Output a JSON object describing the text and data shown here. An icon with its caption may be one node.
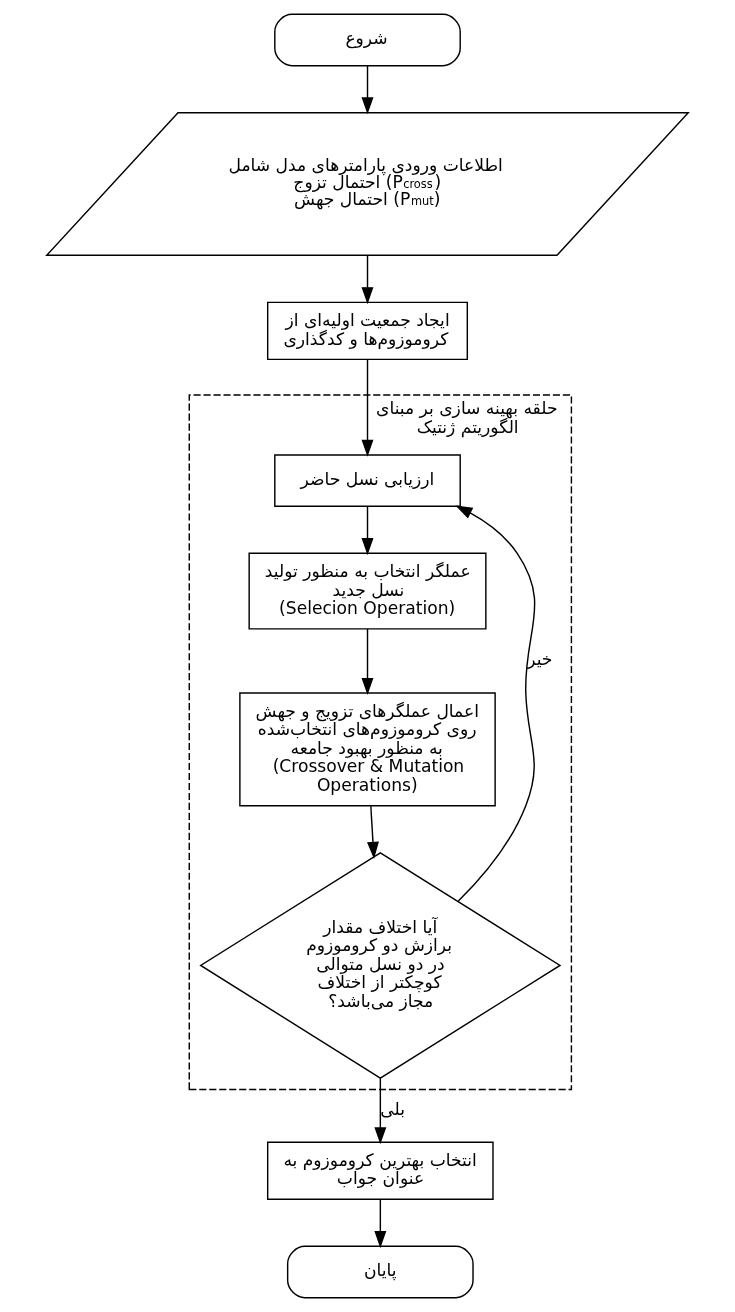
{
  "diagram": {
    "nodes": [
      {
        "text": [
          "شروع"
        ]
      },
      {
        "text": [
          "اطلاعات ورودی پارامترهای مدل شامل",
          "احتمال تزوج (P$_{cross}$)",
          "احتمال جهش (P$_{mut}$)"
        ]
      },
      {
        "text": [
          "ایجاد جمعیت اولیه‌ای از کروموزوم‌ها و کدگذاری"
        ]
      },
      {
        "text": [
          "حلقه بهینه سازی بر مبنای الگوریتم ژنتیک"
        ]
      },
      {
        "text": [
          "ارزیابی نسل حاضر"
        ],
        "in": 3
      },
      {
        "text": [
          "عملگر انتخاب به منظور تولید نسل جدید",
          "(Selecion Operation)"
        ],
        "in": 3
      },
      {
        "text": [
          "اعمال عملگرهای تزویج و جهش روی کروموزوم‌های انتخاب‌شده به منظور بهبود جامعه",
          "(Crossover & Mutation Operations)"
        ],
        "in": 3
      },
      {
        "text": [
          "آیا اختلاف مقدار برازش دو کروموزوم در دو نسل متوالی کوچکتر از اختلاف مجاز می‌باشد؟"
        ],
        "in": 3
      },
      {
        "text": [
          "انتخاب بهترین کروموزوم به عنوان جواب"
        ]
      },
      {
        "text": [
          "پایان"
        ]
      }
    ],
    "edges": [
      {
        "from": 0,
        "to": 1,
        "arrow": "to"
      },
      {
        "from": 1,
        "to": 2,
        "arrow": "to"
      },
      {
        "from": 2,
        "to": 4,
        "arrow": "to"
      },
      {
        "from": 4,
        "to": 5,
        "arrow": "to"
      },
      {
        "from": 5,
        "to": 6,
        "arrow": "to"
      },
      {
        "from": 6,
        "to": 7,
        "arrow": "to"
      },
      {
        "from": 7,
        "to": 4,
        "arrow": "to",
        "label": "خیر"
      },
      {
        "from": 7,
        "to": 8,
        "arrow": "to",
        "label": "بلی"
      },
      {
        "from": 8,
        "to": 9,
        "arrow": "to"
      }
    ]
  }
}
